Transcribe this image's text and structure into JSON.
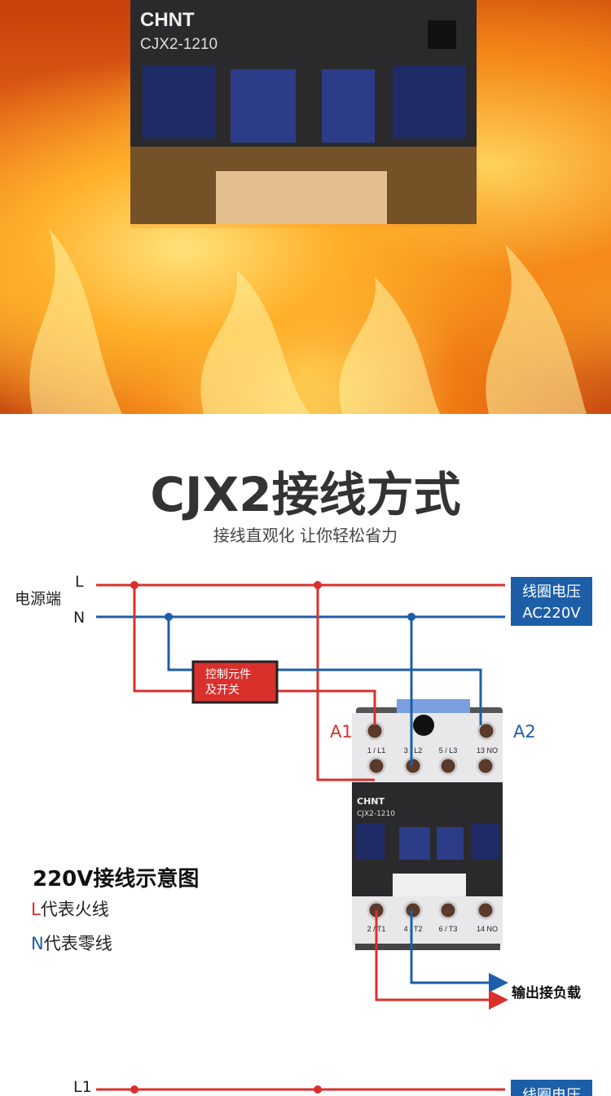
{
  "hero": {
    "brand": "CHNT",
    "model": "CJX2-1210"
  },
  "header": {
    "title": "CJX2接线方式",
    "subtitle": "接线直观化 让你轻松省力"
  },
  "diagram": {
    "power_label": "电源端",
    "line_l": "L",
    "line_n": "N",
    "coil_voltage_label": "线圈电压",
    "coil_voltage_value": "AC220V",
    "control_box_line1": "控制元件",
    "control_box_line2": "及开关",
    "a1": "A1",
    "a2": "A2",
    "top_terminals": [
      "1 / L1",
      "3 / L2",
      "5 / L3",
      "13 NO"
    ],
    "bottom_terminals": [
      "2 / T1",
      "4 / T2",
      "6 / T3",
      "14 NO"
    ],
    "brand": "CHNT",
    "model": "CJX2-1210",
    "output_label": "输出接负载",
    "colors": {
      "live": "#d9302c",
      "neutral": "#1d5ea8"
    }
  },
  "legend": {
    "title": "220V接线示意图",
    "l_letter": "L",
    "l_text": "代表火线",
    "n_letter": "N",
    "n_text": "代表零线"
  },
  "next": {
    "line_l1": "L1",
    "coil_voltage_label": "线圈电压"
  }
}
